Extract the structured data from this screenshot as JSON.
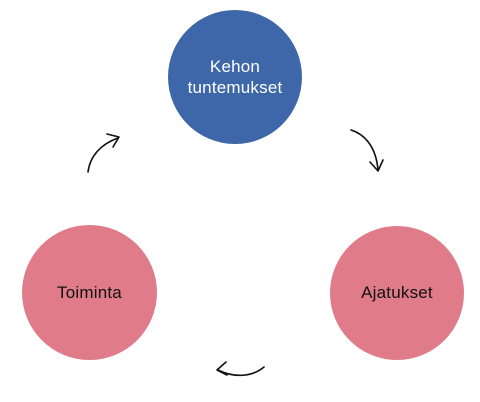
{
  "nodes": {
    "top": {
      "label": "Kehon tuntemukset",
      "color": "#3d67a8"
    },
    "right": {
      "label": "Ajatukset",
      "color": "#e07b89"
    },
    "left": {
      "label": "Toiminta",
      "color": "#e07b89"
    }
  },
  "arrows": {
    "top_to_right": "curved-arrow-icon",
    "right_to_left": "curved-arrow-icon",
    "left_to_top": "curved-arrow-icon"
  }
}
